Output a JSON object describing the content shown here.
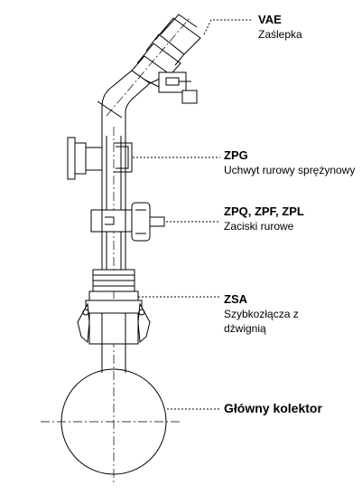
{
  "diagram": {
    "labels": [
      {
        "code": "VAE",
        "description": [
          "Zaślepka"
        ]
      },
      {
        "code": "ZPG",
        "description": [
          "Uchwyt rurowy sprężynowy"
        ]
      },
      {
        "code": "ZPQ, ZPF, ZPL",
        "description": [
          "Zaciski rurowe"
        ]
      },
      {
        "code": "ZSA",
        "description": [
          "Szybkozłącza z",
          "dźwignią"
        ]
      },
      {
        "code": "Główny kolektor",
        "description": []
      }
    ],
    "colors": {
      "line": "#000000",
      "leader": "#000000",
      "background": "#ffffff"
    }
  }
}
